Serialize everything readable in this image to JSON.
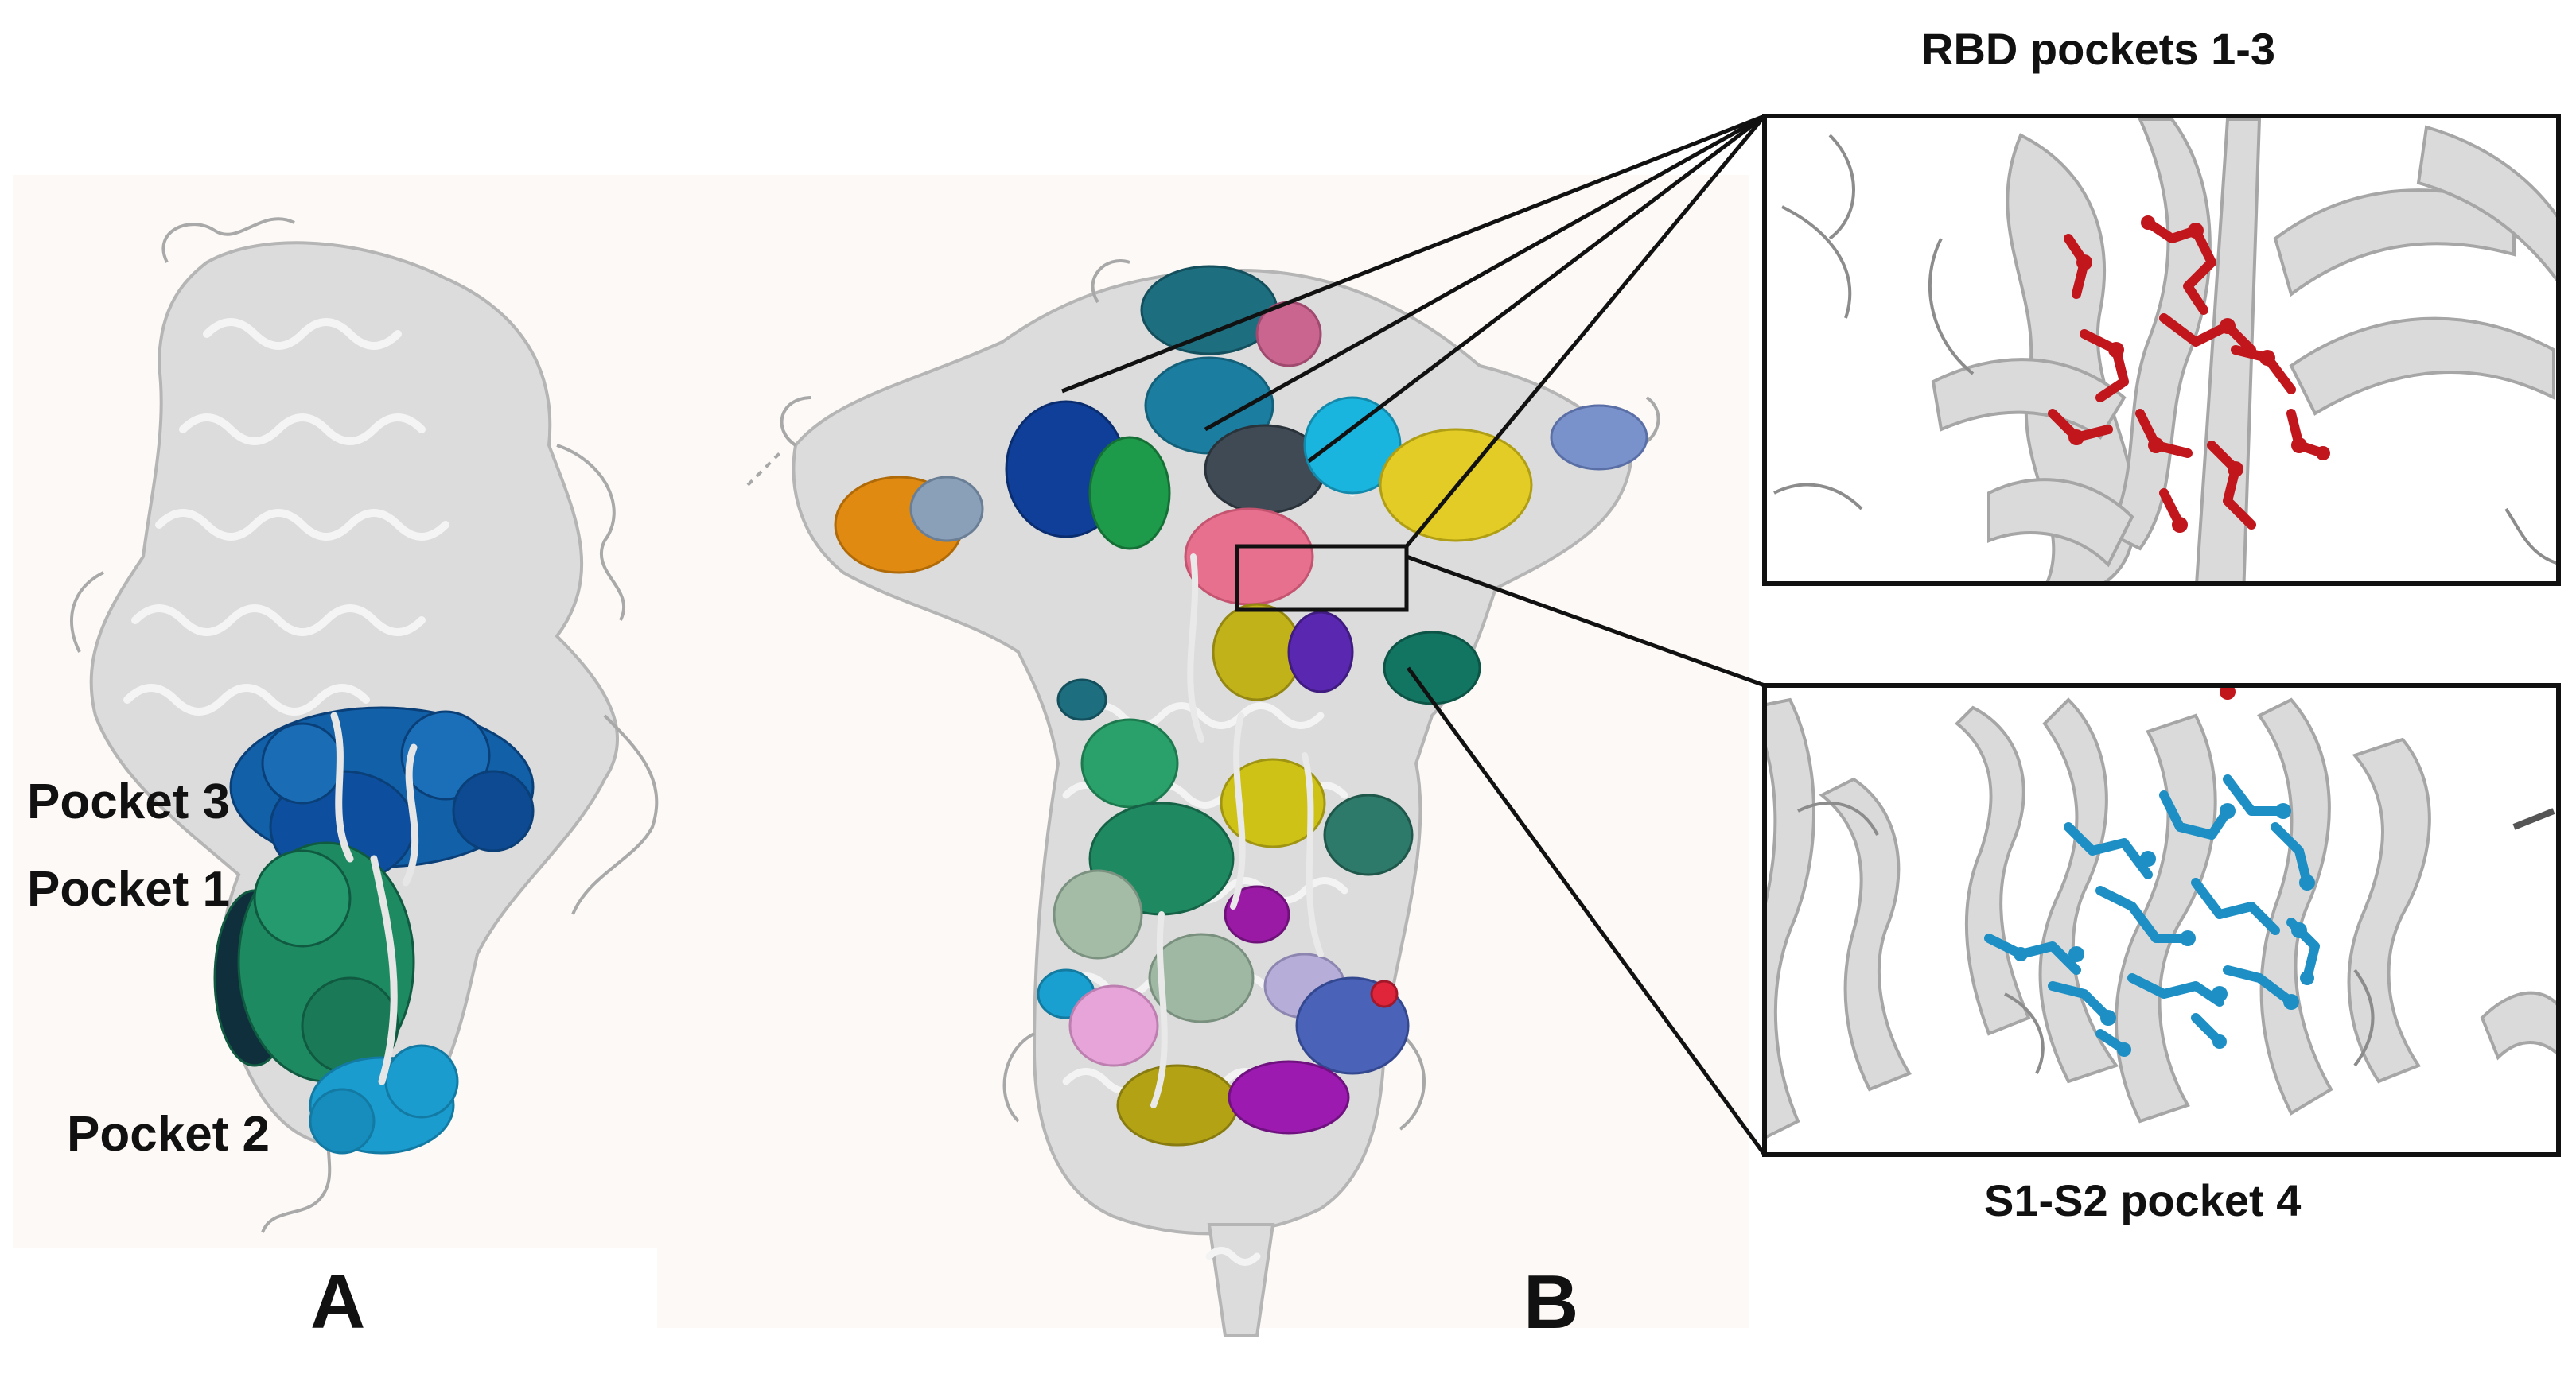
{
  "panels": {
    "a": {
      "letter": "A"
    },
    "b": {
      "letter": "B"
    }
  },
  "pocket_labels": {
    "pocket3": "Pocket 3",
    "pocket1": "Pocket 1",
    "pocket2": "Pocket 2"
  },
  "insets": {
    "top": {
      "title": "RBD pockets 1-3"
    },
    "bottom": {
      "title": "S1-S2  pocket 4"
    }
  },
  "colors": {
    "background_panel": "#fdf9f6",
    "ribbon": "#d9d9d9",
    "ribbon_stroke": "#bdbdbd",
    "pocket_red": "#c0161c",
    "pocket_cyan": "#1e8fc4",
    "pocket_blue_dark": "#0d4f9e",
    "pocket_blue": "#1566a8",
    "pocket_green": "#1e8a62",
    "pocket_cyan_light": "#1aa3d9"
  }
}
